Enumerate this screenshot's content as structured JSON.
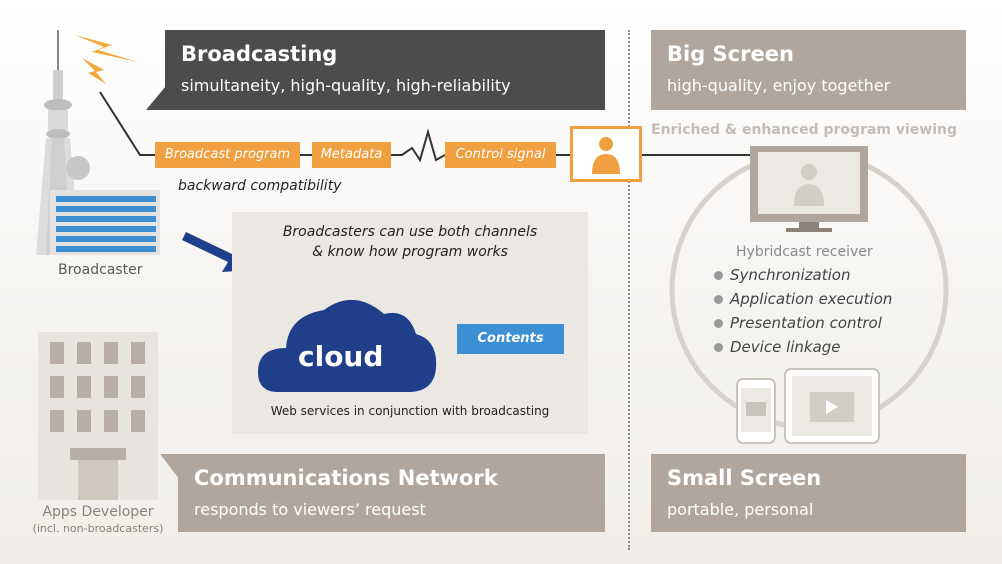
{
  "broadcasting": {
    "title": "Broadcasting",
    "subtitle": "simultaneity, high-quality, high-reliability"
  },
  "big_screen": {
    "title": "Big Screen",
    "subtitle": "high-quality, enjoy together"
  },
  "enriched_caption": "Enriched & enhanced program viewing",
  "signal_tags": {
    "program": "Broadcast program",
    "metadata": "Metadata",
    "control": "Control signal"
  },
  "backward_compat": "backward compatibility",
  "broadcaster_label": "Broadcaster",
  "cloud_panel": {
    "heading_line1": "Broadcasters can use both channels",
    "heading_line2": "& know how program works",
    "cloud_label": "cloud",
    "contents_button": "Contents",
    "footer": "Web services  in conjunction with broadcasting"
  },
  "receiver": {
    "title": "Hybridcast receiver",
    "features": [
      "Synchronization",
      "Application execution",
      "Presentation control",
      "Device linkage"
    ]
  },
  "comm_network": {
    "title": "Communications Network",
    "subtitle": "responds to viewers’ request"
  },
  "small_screen": {
    "title": "Small Screen",
    "subtitle": "portable, personal"
  },
  "apps_developer": {
    "line1": "Apps Developer",
    "line2": "(incl. non-broadcasters)"
  },
  "colors": {
    "dark_box": "#4c4c4c",
    "taupe_box": "#b0a69d",
    "orange": "#f0a040",
    "navy": "#1f3f8a",
    "blue": "#3d8fd4",
    "lightning": "#f2a83a"
  }
}
